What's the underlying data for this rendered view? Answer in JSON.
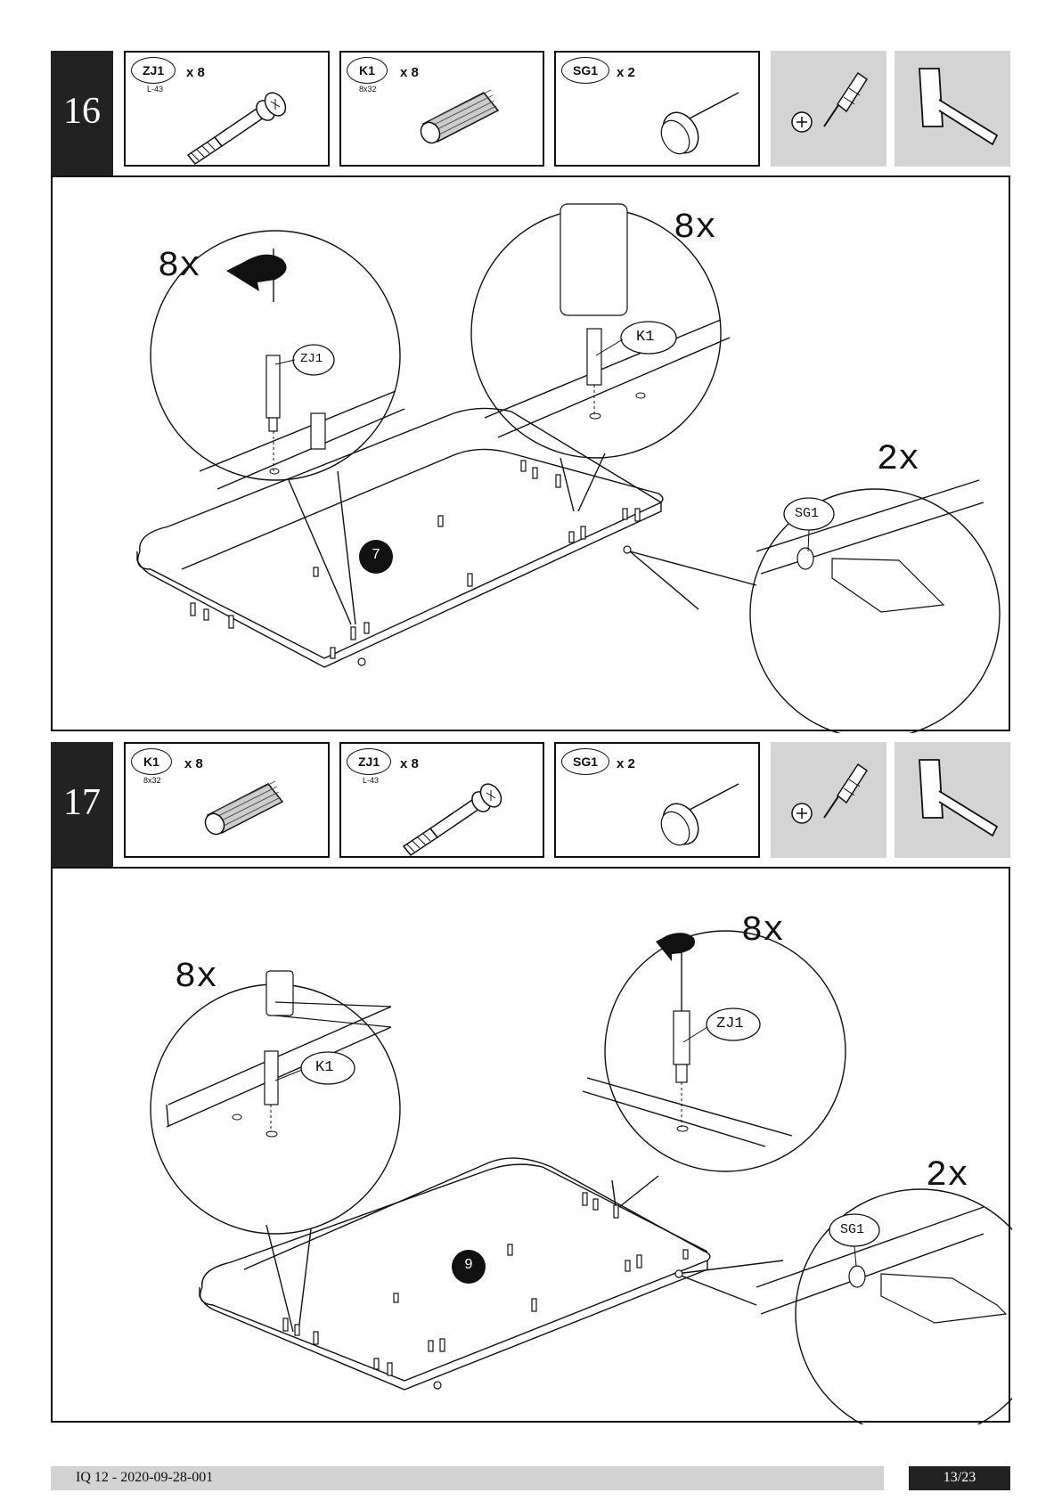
{
  "steps": [
    {
      "number": "16",
      "parts": [
        {
          "code": "ZJ1",
          "size": "L-43",
          "qty": "x 8"
        },
        {
          "code": "K1",
          "size": "8x32",
          "qty": "x 8"
        },
        {
          "code": "SG1",
          "size": "",
          "qty": "x 2"
        }
      ],
      "tools": [
        "screwdriver-icon",
        "hammer-icon"
      ],
      "panel_number": "7",
      "callouts": [
        {
          "count": "8x",
          "label": "ZJ1"
        },
        {
          "count": "8x",
          "label": "K1"
        },
        {
          "count": "2x",
          "label": "SG1"
        }
      ]
    },
    {
      "number": "17",
      "parts": [
        {
          "code": "K1",
          "size": "8x32",
          "qty": "x 8"
        },
        {
          "code": "ZJ1",
          "size": "L-43",
          "qty": "x 8"
        },
        {
          "code": "SG1",
          "size": "",
          "qty": "x 2"
        }
      ],
      "tools": [
        "screwdriver-icon",
        "hammer-icon"
      ],
      "panel_number": "9",
      "callouts": [
        {
          "count": "8x",
          "label": "K1"
        },
        {
          "count": "8x",
          "label": "ZJ1"
        },
        {
          "count": "2x",
          "label": "SG1"
        }
      ]
    }
  ],
  "footer": {
    "doc_id": "IQ 12 - 2020-09-28-001",
    "page": "13/23"
  }
}
